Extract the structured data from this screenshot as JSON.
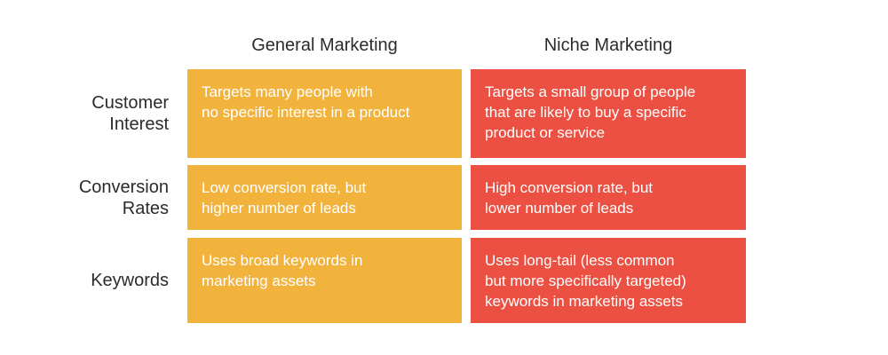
{
  "colors": {
    "general": "#f2b33d",
    "niche": "#ec5042"
  },
  "columns": {
    "general": "General Marketing",
    "niche": "Niche Marketing"
  },
  "rows": [
    {
      "label": "Customer\nInterest",
      "general": "Targets many people with\nno specific interest in a product",
      "niche": "Targets a small group of people\nthat are likely to buy a specific\nproduct or service"
    },
    {
      "label": "Conversion\nRates",
      "general": "Low conversion rate, but\nhigher number of leads",
      "niche": "High conversion rate, but\nlower number of leads"
    },
    {
      "label": "Keywords",
      "general": "Uses broad keywords in\nmarketing assets",
      "niche": "Uses long-tail (less common\nbut more specifically targeted)\nkeywords in marketing assets"
    }
  ]
}
